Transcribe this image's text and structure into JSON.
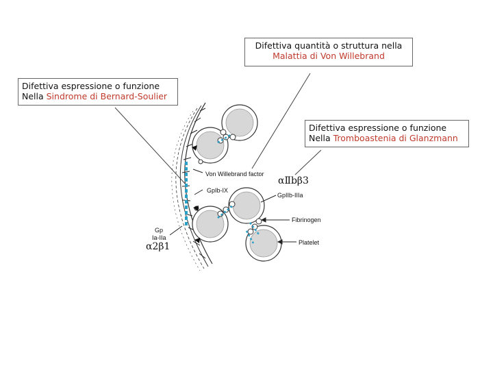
{
  "callouts": {
    "vwd": {
      "line1": "Difettiva quantità o struttura nella",
      "line2": "Malattia di Von Willebrand"
    },
    "bss": {
      "line1": "Difettiva espressione o funzione",
      "line2_prefix": "Nella ",
      "line2_red": "Sindrome di Bernard-Soulier"
    },
    "gt": {
      "line1": "Difettiva espressione o funzione",
      "line2_prefix": "Nella ",
      "line2_red": "Tromboastenia  di Glanzmann"
    }
  },
  "labels": {
    "vwf": "Von Willebrand factor",
    "gpib": "GpIb-IX",
    "gpiib": "GpIIb-IIIa",
    "fibrinogen": "Fibrinogen",
    "platelet": "Platelet",
    "gpia_line1": "Gp",
    "gpia_line2": "Ia-IIa",
    "a2b1": "α2β1",
    "aiib": "αⅡbβ3"
  },
  "colors": {
    "highlight_red": "#c0392b",
    "vwf_blue": "#2a9fc8",
    "line": "#444444"
  }
}
